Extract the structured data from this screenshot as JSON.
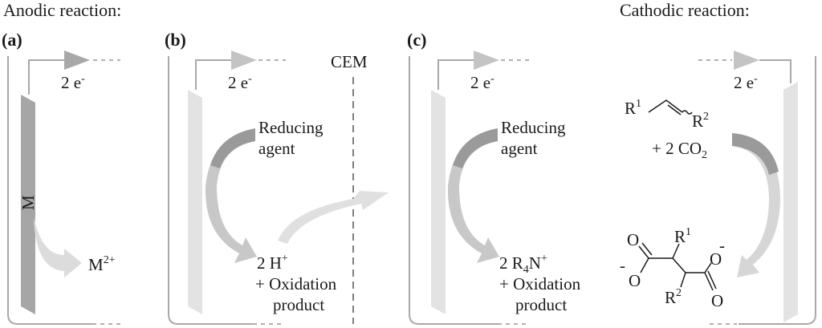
{
  "headers": {
    "anodic": "Anodic reaction:",
    "cathodic": "Cathodic reaction:"
  },
  "panels": {
    "a": {
      "label": "(a)",
      "electrons": "2 e",
      "electron_sup": "-",
      "electrode": "M",
      "product_base": "M",
      "product_sup": "2+"
    },
    "b": {
      "label": "(b)",
      "electrons": "2 e",
      "electron_sup": "-",
      "membrane": "CEM",
      "reagent_line1": "Reducing",
      "reagent_line2": "agent",
      "product_line1_base": "2 H",
      "product_line1_sup": "+",
      "product_line2": "+ Oxidation",
      "product_line3": "product"
    },
    "c": {
      "label": "(c)",
      "electrons": "2 e",
      "electron_sup": "-",
      "reagent_line1": "Reducing",
      "reagent_line2": "agent",
      "product_line1_a": "2 R",
      "product_line1_sub": "4",
      "product_line1_b": "N",
      "product_line1_sup": "+",
      "product_line2": "+ Oxidation",
      "product_line3": "product"
    },
    "cathode": {
      "electrons": "2 e",
      "electron_sup": "-",
      "alkene_r1": "R",
      "alkene_r1_sup": "1",
      "alkene_r2": "R",
      "alkene_r2_sup": "2",
      "co2_a": "+ 2 CO",
      "co2_sub": "2",
      "prod_r1": "R",
      "prod_r1_sup": "1",
      "prod_r2": "R",
      "prod_r2_sup": "2",
      "oxygen": "O",
      "charge": "-"
    }
  },
  "colors": {
    "dark_electrode": "#a6a6a6",
    "light_electrode": "#e3e3e3",
    "arrow_dark": "#9a9a9a",
    "arrow_light": "#dcdcdc",
    "frame": "#a8a8a8"
  }
}
